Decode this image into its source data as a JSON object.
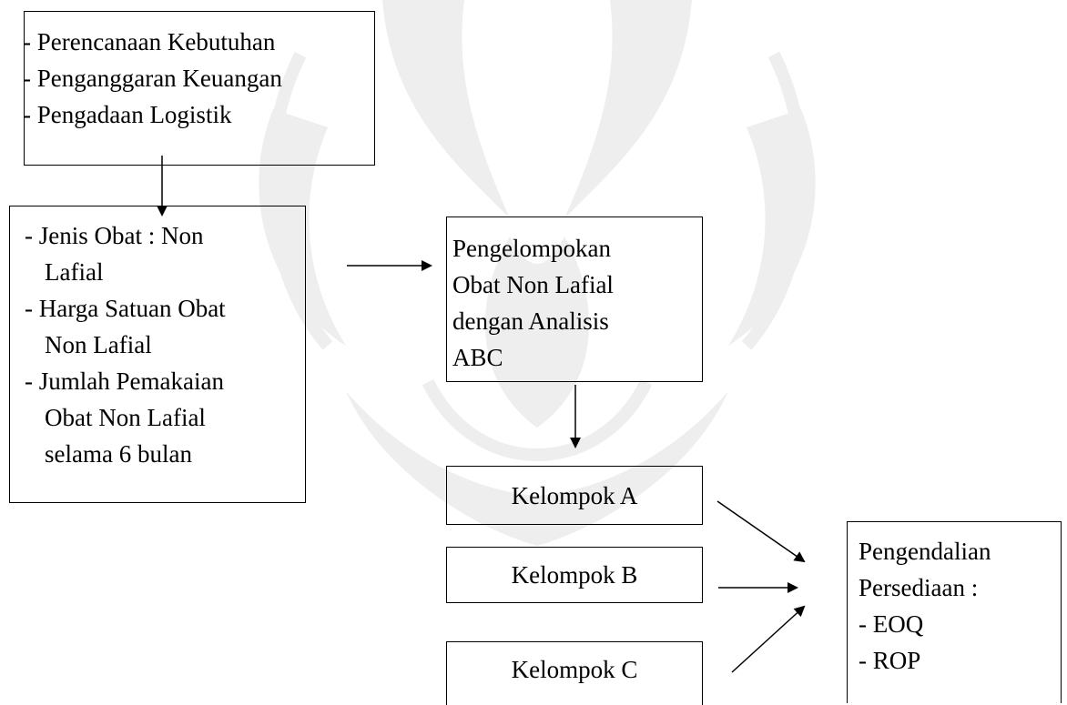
{
  "colors": {
    "stroke": "#000000",
    "text": "#000000",
    "watermark": "#eeeeee"
  },
  "box_planning": {
    "lines": [
      "- Perencanaan Kebutuhan",
      "- Penganggaran Keuangan",
      "- Pengadaan Logistik"
    ]
  },
  "box_inputs": {
    "lines": [
      "- Jenis Obat : Non",
      "Lafial",
      "- Harga Satuan Obat",
      "Non Lafial",
      "- Jumlah Pemakaian",
      "Obat Non Lafial",
      "selama 6 bulan"
    ]
  },
  "box_grouping": {
    "lines": [
      "Pengelompokan",
      "Obat Non Lafial",
      "dengan Analisis",
      "ABC"
    ]
  },
  "box_group_a": {
    "label": "Kelompok A"
  },
  "box_group_b": {
    "label": "Kelompok B"
  },
  "box_group_c": {
    "label": "Kelompok C"
  },
  "box_control": {
    "lines": [
      "Pengendalian",
      "Persediaan :",
      "- EOQ",
      "- ROP"
    ]
  }
}
